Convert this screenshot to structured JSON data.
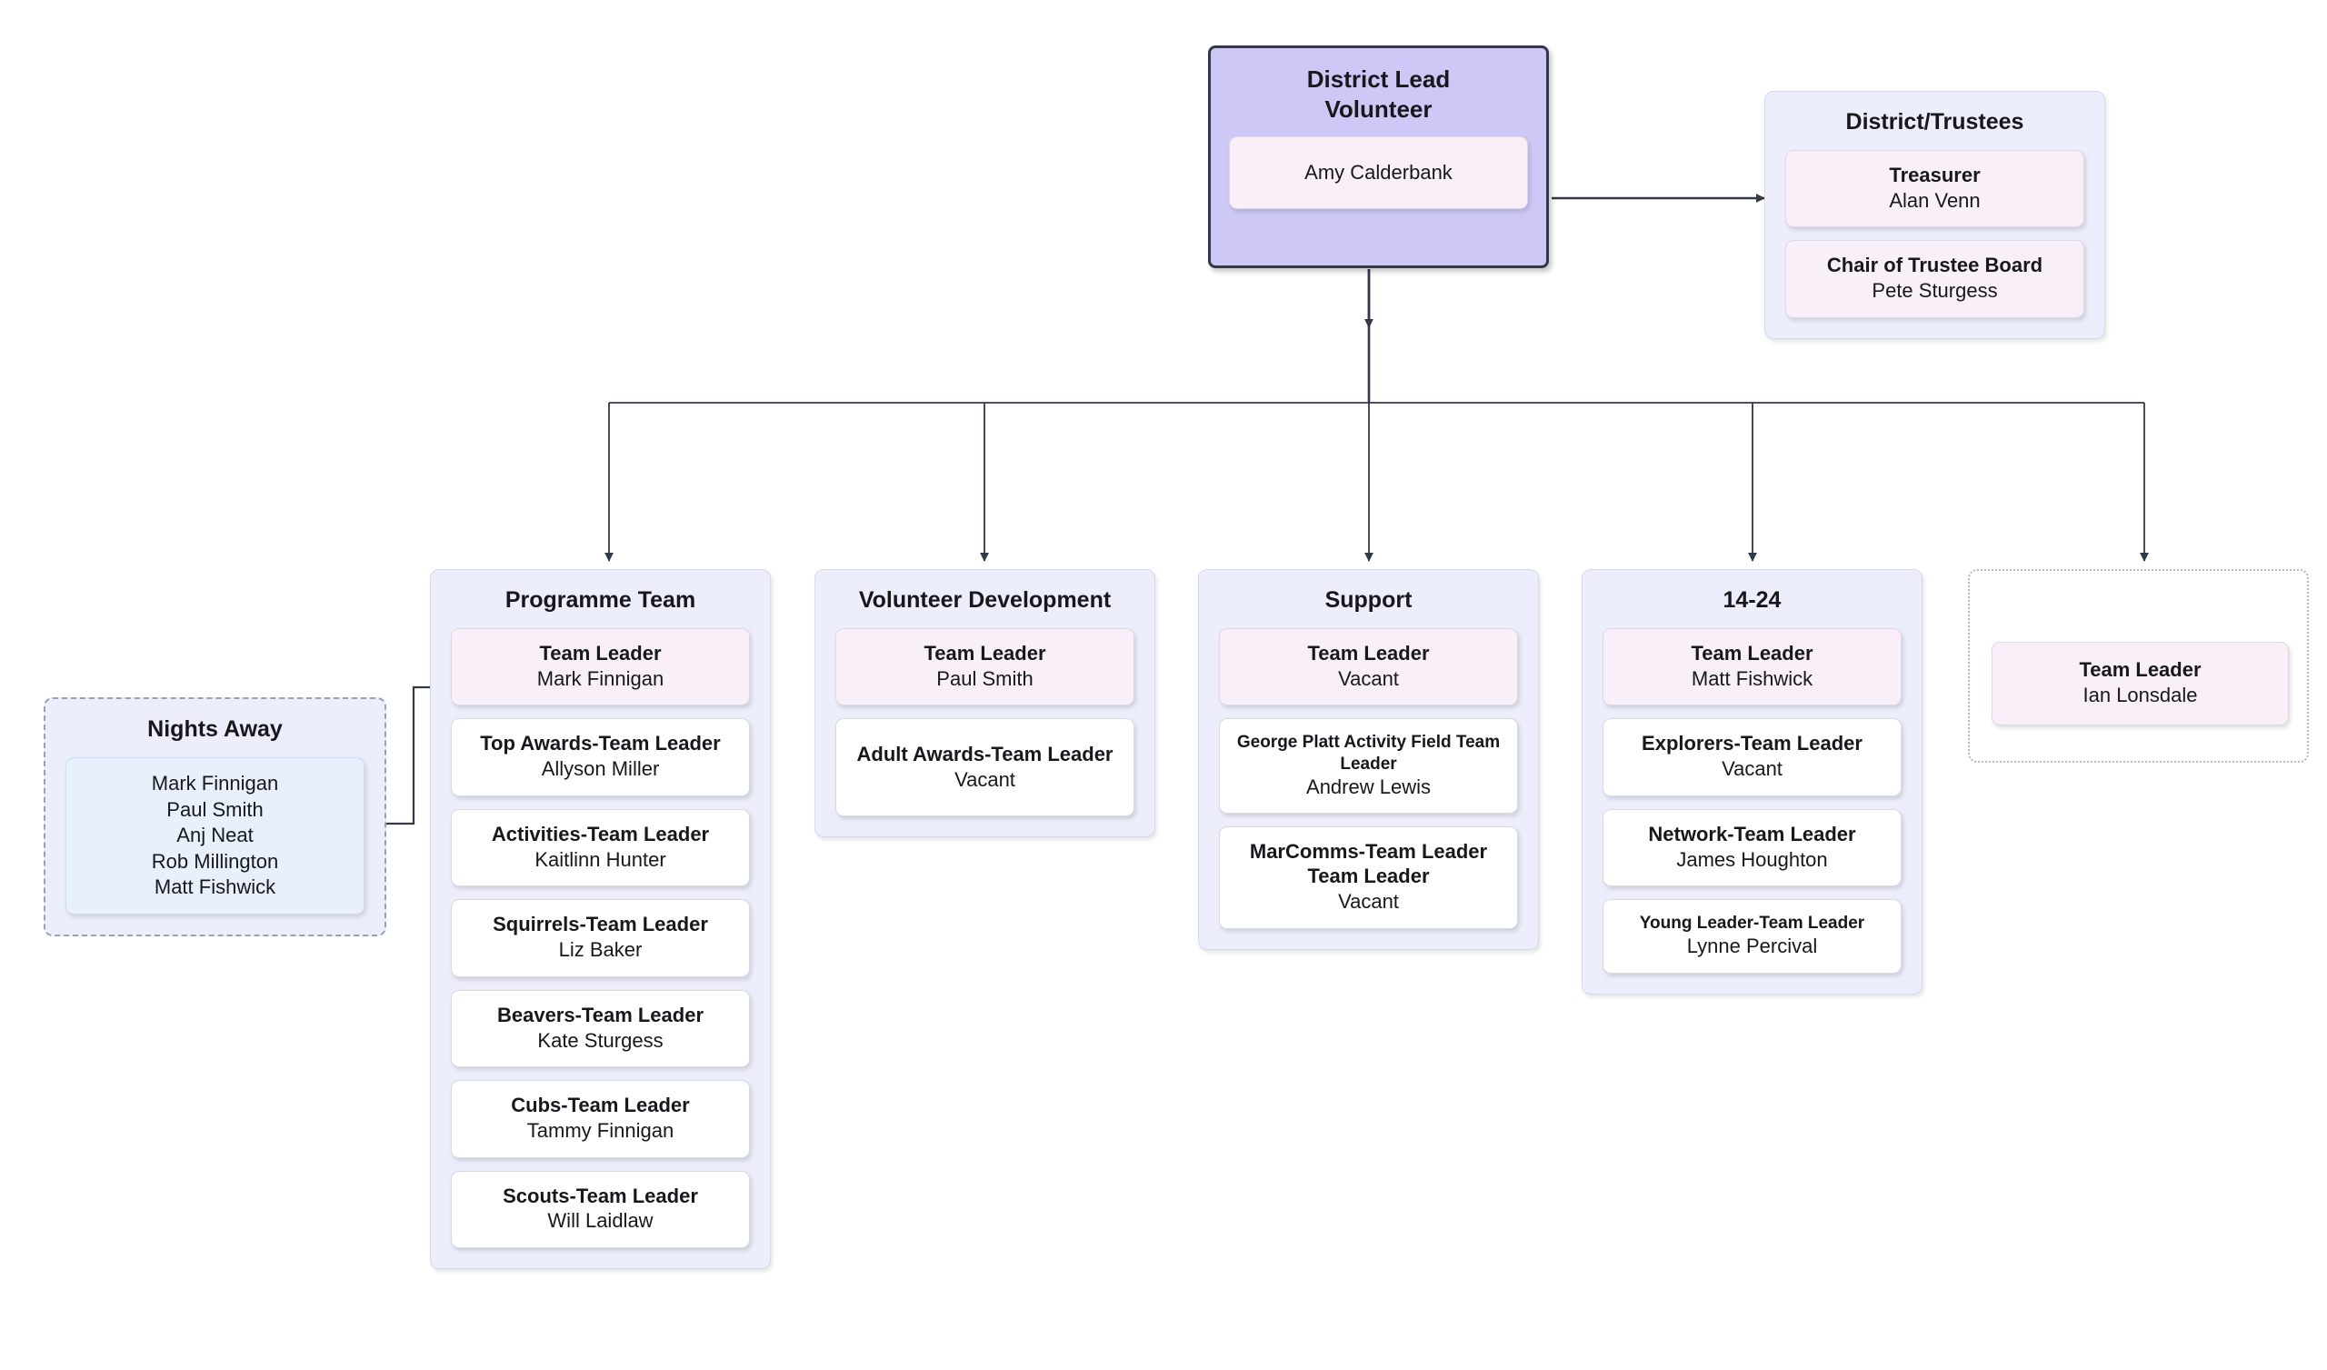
{
  "diagram": {
    "title_role": "District Lead Volunteer",
    "root": {
      "title": "District Lead Volunteer",
      "role_line1": "District Lead",
      "role_line2": "Volunteer",
      "person": "Amy Calderbank"
    },
    "trustees": {
      "title": "District/Trustees",
      "cards": [
        {
          "role": "Treasurer",
          "person": "Alan Venn"
        },
        {
          "role": "Chair of Trustee Board",
          "person": "Pete Sturgess"
        }
      ]
    },
    "nights_away": {
      "title": "Nights Away",
      "members": "Mark Finnigan\nPaul Smith\nAnj Neat\nRob Millington\nMatt Fishwick"
    },
    "groups": [
      {
        "title": "Programme Team",
        "cards": [
          {
            "role": "Team Leader",
            "person": "Mark Finnigan",
            "lead": true
          },
          {
            "role": "Top Awards-Team Leader",
            "person": "Allyson Miller",
            "lead": false
          },
          {
            "role": "Activities-Team Leader",
            "person": "Kaitlinn Hunter",
            "lead": false
          },
          {
            "role": "Squirrels-Team Leader",
            "person": "Liz Baker",
            "lead": false
          },
          {
            "role": "Beavers-Team Leader",
            "person": "Kate Sturgess",
            "lead": false
          },
          {
            "role": "Cubs-Team Leader",
            "person": "Tammy Finnigan",
            "lead": false
          },
          {
            "role": "Scouts-Team Leader",
            "person": "Will Laidlaw",
            "lead": false
          }
        ]
      },
      {
        "title": "Volunteer Development",
        "cards": [
          {
            "role": "Team Leader",
            "person": "Paul Smith",
            "lead": true
          },
          {
            "role": "Adult Awards-Team Leader",
            "person": "Vacant",
            "lead": false
          }
        ]
      },
      {
        "title": "Support",
        "cards": [
          {
            "role": "Team Leader",
            "person": "Vacant",
            "lead": true
          },
          {
            "role": "George Platt Activity Field Team Leader",
            "person": "Andrew Lewis",
            "lead": false,
            "small": true
          },
          {
            "role": "MarComms-Team Leader Team Leader",
            "person": "Vacant",
            "lead": false
          }
        ]
      },
      {
        "title": "14-24",
        "cards": [
          {
            "role": "Team Leader",
            "person": "Matt Fishwick",
            "lead": true
          },
          {
            "role": "Explorers-Team Leader",
            "person": "Vacant",
            "lead": false
          },
          {
            "role": "Network-Team Leader",
            "person": "James Houghton",
            "lead": false
          },
          {
            "role": "Young Leader-Team Leader",
            "person": "Lynne Percival",
            "lead": false,
            "small": true
          }
        ]
      }
    ],
    "unnamed_group": {
      "card": {
        "role": "Team Leader",
        "person": "Ian Lonsdale"
      }
    },
    "colors": {
      "root_fill": "#cdc8f5",
      "root_border": "#33374a",
      "group_fill": "#eceefb",
      "lead_card_fill": "#f9eff9",
      "plain_card_fill": "#ffffff",
      "nights_away_card_fill": "#e8f0fc",
      "edge_stroke": "#33374a"
    }
  }
}
